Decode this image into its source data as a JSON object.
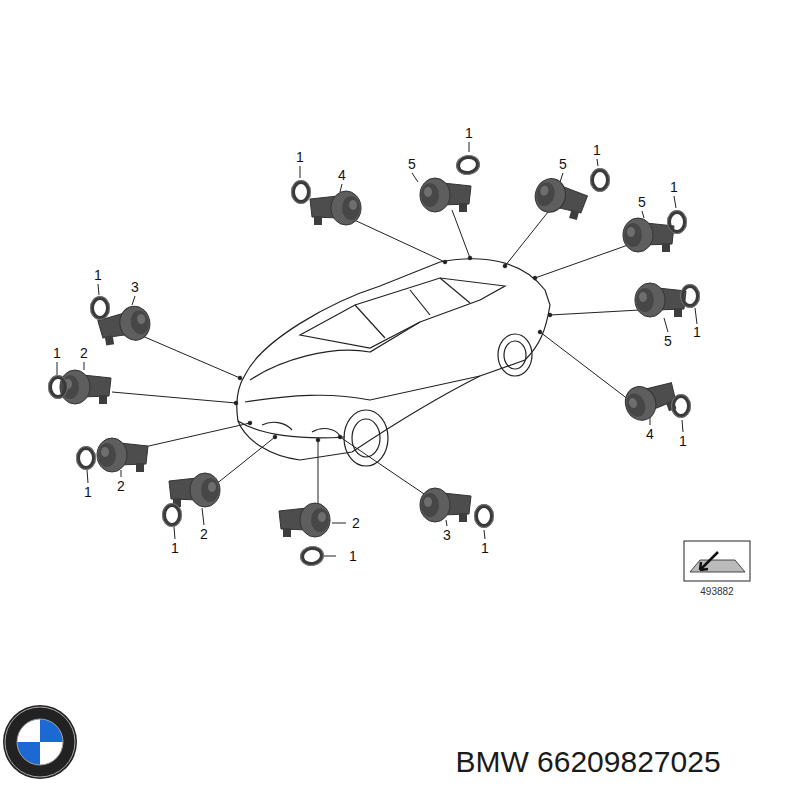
{
  "diagram": {
    "labels": [
      "1",
      "1",
      "4",
      "5",
      "5",
      "1",
      "1",
      "5",
      "1",
      "3",
      "5",
      "1",
      "1",
      "2",
      "4",
      "1",
      "1",
      "2",
      "1",
      "2",
      "2",
      "1",
      "3",
      "1",
      "493882",
      "BMW 66209827025"
    ]
  }
}
